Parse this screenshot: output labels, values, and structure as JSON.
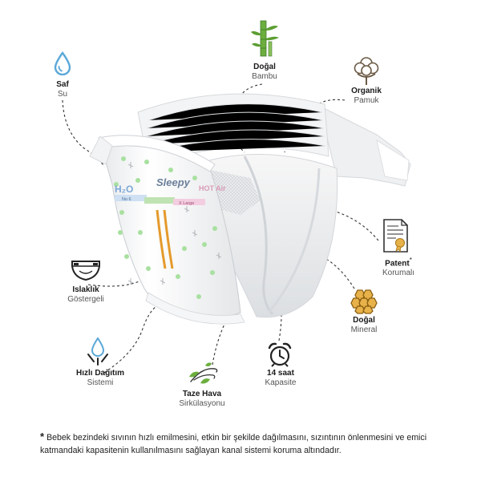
{
  "product": {
    "brand": "Sleepy",
    "print": {
      "h2o": "H₂O",
      "hot_air": "HOT Air",
      "size_tag_1": "No 6",
      "size_tag_2": "X Large"
    }
  },
  "features": {
    "pure_water": {
      "title": "Saf",
      "subtitle": "Su",
      "icon": "water-drop-icon"
    },
    "natural_bamboo": {
      "title": "Doğal",
      "subtitle": "Bambu",
      "icon": "bamboo-icon"
    },
    "organic_cotton": {
      "title": "Organik",
      "subtitle": "Pamuk",
      "icon": "cotton-flower-icon"
    },
    "patent": {
      "title": "Patent",
      "mark": "*",
      "subtitle": "Korumalı",
      "icon": "certificate-icon"
    },
    "natural_mineral": {
      "title": "Doğal",
      "subtitle": "Mineral",
      "icon": "honeycomb-icon"
    },
    "capacity": {
      "title": "14 saat",
      "subtitle": "Kapasite",
      "icon": "alarm-clock-icon"
    },
    "air_circulation": {
      "title": "Taze Hava",
      "subtitle": "Sirkülasyonu",
      "icon": "leaf-wind-icon"
    },
    "fast_distribution": {
      "title": "Hızlı Dağıtım",
      "subtitle": "Sistemi",
      "icon": "drop-spread-icon"
    },
    "wetness_indicator": {
      "title": "Islaklık",
      "subtitle": "Göstergeli",
      "icon": "diaper-icon"
    }
  },
  "footnote": {
    "mark": "*",
    "text": "Bebek bezindeki sıvının hızlı emilmesini, etkin bir şekilde dağılmasını, sızıntının önlenmesini ve emici katmandaki kapasitenin kullanılmasını sağlayan kanal sistemi koruma altındadır."
  },
  "colors": {
    "text_dark": "#1a1a1a",
    "text_muted": "#555555",
    "water_blue": "#5aa8d8",
    "bamboo_green": "#6cae3e",
    "honey": "#e8b24a",
    "indicator_orange": "#e59a2c",
    "dot_green": "#a8e0a0"
  }
}
